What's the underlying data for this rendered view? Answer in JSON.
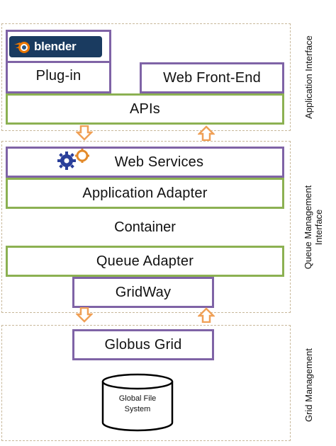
{
  "application_interface": {
    "side_label": "Application Interface",
    "blender_logo": {
      "text": "blender"
    },
    "plugin": {
      "label": "Plug-in"
    },
    "web_frontend": {
      "label": "Web Front-End"
    },
    "apis": {
      "label": "APIs"
    }
  },
  "queue_management_interface": {
    "side_label_line1": "Queue Management",
    "side_label_line2": "Interface",
    "web_services": {
      "label": "Web Services",
      "icon": "gears-icon"
    },
    "application_adapter": {
      "label": "Application Adapter"
    },
    "container": {
      "label": "Container"
    },
    "queue_adapter": {
      "label": "Queue Adapter"
    },
    "gridway": {
      "label": "GridWay"
    }
  },
  "grid_management": {
    "side_label": "Grid Management",
    "globus_grid": {
      "label": "Globus Grid"
    },
    "global_file_system": {
      "line1": "Global File",
      "line2": "System"
    }
  },
  "colors": {
    "purple_border": "#7f63a6",
    "green_border": "#8cb152",
    "arrow_orange": "#f0a056",
    "region_border": "#c8b89a",
    "blender_bg": "#1a3b60"
  }
}
